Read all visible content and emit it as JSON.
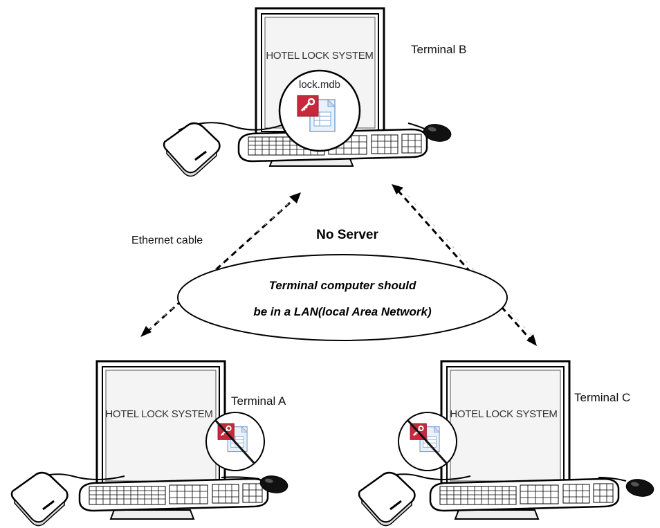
{
  "title": "No Server",
  "cable_label": "Ethernet cable",
  "lan_note": {
    "line1": "Terminal computer should",
    "line2": "be in a  LAN(local Area Network)"
  },
  "terminals": {
    "b": {
      "label": "Terminal B",
      "screen_text": "HOTEL LOCK SYSTEM",
      "database_file": "lock.mdb",
      "has_database": true
    },
    "a": {
      "label": "Terminal A",
      "screen_text": "HOTEL LOCK SYSTEM",
      "has_database": false
    },
    "c": {
      "label": "Terminal C",
      "screen_text": "HOTEL LOCK SYSTEM",
      "has_database": false
    }
  },
  "icons": {
    "database": "access-database-icon",
    "no_database": "no-database-icon",
    "card_encoder": "card-encoder-icon",
    "mouse": "mouse-icon",
    "keyboard": "keyboard-icon"
  },
  "colors": {
    "line": "#000000",
    "access_red": "#c8283c",
    "doc_blue": "#7aa6d6",
    "prohibit": "#111111"
  }
}
